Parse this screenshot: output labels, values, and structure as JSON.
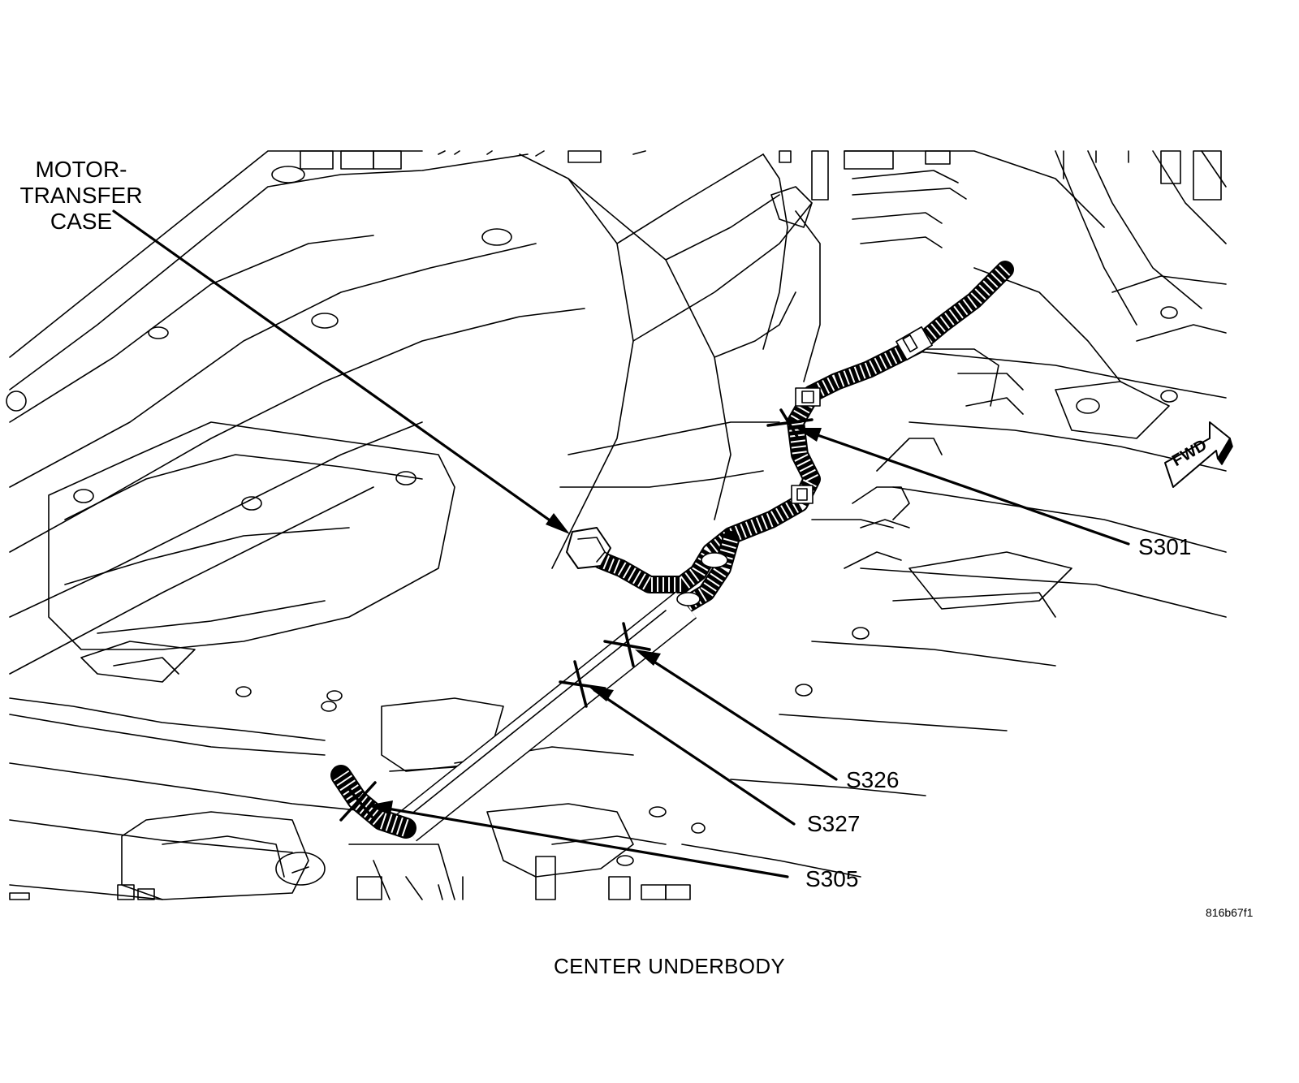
{
  "callouts": {
    "motor_label": [
      "MOTOR-",
      "TRANSFER",
      "CASE"
    ],
    "s301": "S301",
    "s326": "S326",
    "s327": "S327",
    "s305": "S305"
  },
  "fwd_label": "FWD",
  "figure_id": "816b67f1",
  "caption": "CENTER UNDERBODY"
}
